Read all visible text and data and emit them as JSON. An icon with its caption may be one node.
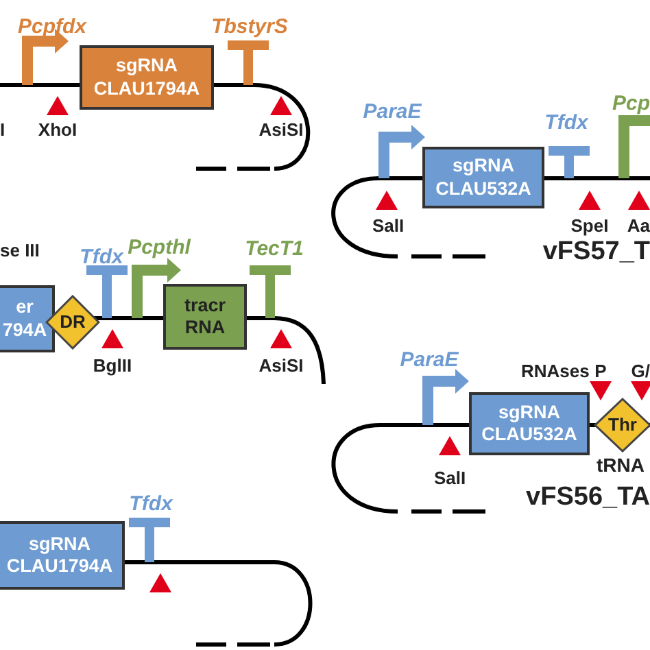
{
  "diagram": {
    "nodes": [
      {
        "text": [
          "sgRNA CLAU1794A"
        ]
      },
      {
        "text": [
          "sgRNA CLAU532A"
        ]
      },
      {
        "text": [
          "er 794A"
        ]
      },
      {
        "text": [
          "DR"
        ]
      },
      {
        "text": [
          "tracr RNA"
        ]
      },
      {
        "text": [
          "sgRNA CLAU532A"
        ]
      },
      {
        "text": [
          "Thr"
        ],
        "beside": [
          "tRNA"
        ]
      },
      {
        "text": [
          "sgRNA CLAU1794A"
        ]
      }
    ],
    "labels": [
      "Pcpfdx",
      "TbstyrS",
      "I",
      "XhoI",
      "AsiSI",
      "ParaE",
      "Tfdx",
      "Pcp",
      "SalI",
      "SpeI",
      "Aa",
      "vFS57_T",
      "se III",
      "Tfdx",
      "Pcpthl",
      "TecT1",
      "BglII",
      "AsiSI",
      "ParaE",
      "RNAses",
      "P",
      "G/",
      "SalI",
      "Tfdx",
      "vFS56_TA"
    ]
  }
}
